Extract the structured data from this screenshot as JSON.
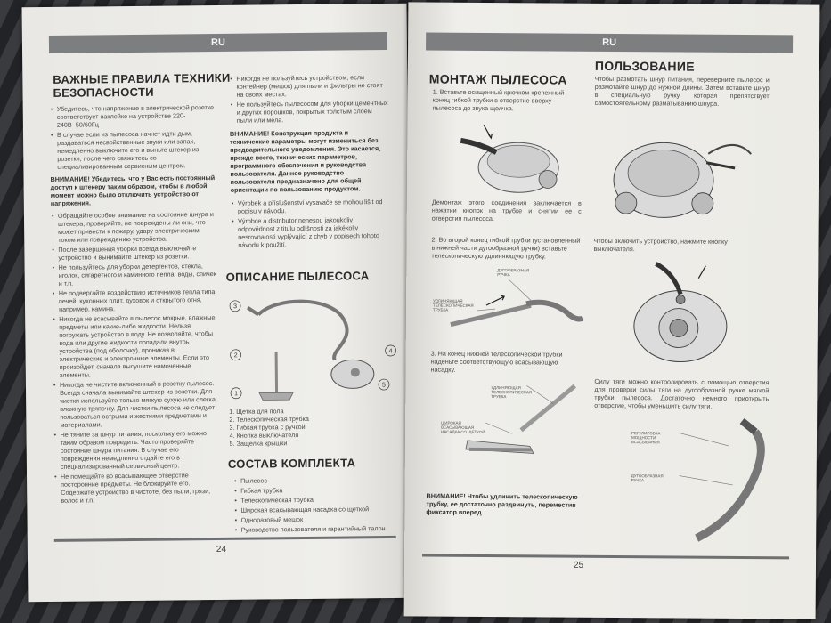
{
  "left": {
    "band": "RU",
    "safety_title_1": "ВАЖНЫЕ ПРАВИЛА ТЕХНИКИ",
    "safety_title_2": "БЕЗОПАСНОСТИ",
    "safety_items_a": [
      "Убедитесь, что напряжение в электрической розетке соответствует наклейке на устройстве 220-240В~50/60Гц",
      "В случае если из пылесоса начнет идти дым, раздаваться несвойственные звуки или запах, немедленно выключите его и выньте штекер из розетки, после чего свяжитесь со специализированным сервисным центром."
    ],
    "warning_1": "ВНИМАНИЕ! Убедитесь, что у Вас есть постоянный доступ к штекеру таким образом, чтобы в любой момент можно было отключить устройство от напряжения.",
    "safety_items_b": [
      "Обращайте особое внимание на состояние шнура и штекера; проверяйте, не повреждены ли они, что может привести к пожару, удару электрическим током или повреждению устройства.",
      "После завершения уборки всегда выключайте устройство и вынимайте штекер из розетки.",
      "Не пользуйтесь для уборки детергентов, стекла, иголок, сигаретного и каминного пепла, воды, спичек и т.п.",
      "Не подвергайте воздействию источников тепла типа печей, кухонных плит, духовок и открытого огня, например, камина.",
      "Никогда не всасывайте в пылесос мокрые, влажные предметы или какие-либо жидкости. Нельзя погружать устройство в воду. Не позволяйте, чтобы вода или другие жидкости попадали внутрь устройства (под оболочку), проникая в электрические и электронные элементы. Если это произойдет, сначала высушите намоченные элементы.",
      "Никогда не чистите включенный в розетку пылесос. Всегда сначала вынимайте штекер из розетки. Для чистки используйте только мягкую сухую или слегка влажную тряпочку. Для чистки пылесоса не следует пользоваться острыми и жесткими предметами и материалами.",
      "Не тяните за шнур питания, поскольку его можно таким образом повредить. Часто проверяйте состояние шнура питания. В случае его повреждения немедленно отдайте его в специализированный сервисный центр.",
      "Не помещайте во всасывающее отверстие посторонние предметы. Не блокируйте его. Содержите устройство в чистоте, без пыли, грязи, волос и т.п."
    ],
    "col2_items": [
      "Никогда не пользуйтесь устройством, если контейнер (мешок) для пыли и фильтры не стоят на своих местах.",
      "Не пользуйтесь пылесосом для уборки цементных и других порошков, покрытых толстым слоем пыли или мела."
    ],
    "warning_2": "ВНИМАНИЕ! Конструкция продукта и технические параметры могут измениться без предварительного уведомления. Это касается, прежде всего, технических параметров, программного обеспечения и руководства пользователя. Данное руководство пользователя предназначено для общей ориентации по пользованию продуктом.",
    "czech_items": [
      "Výrobek a příslušenství vysavače se mohou lišit od popisu v návodu.",
      "Výrobce a distributor nenesou jakoukoliv odpovědnost z titulu odlišnosti za jakékoliv nesrovnalosti vyplývající z chyb v popisech tohoto návodu k použití."
    ],
    "desc_title": "ОПИСАНИЕ ПЫЛЕСОСА",
    "diagram_numbers": [
      "1",
      "2",
      "3",
      "4",
      "5"
    ],
    "parts": [
      "Щетка для пола",
      "Телескопическая трубка",
      "Гибкая трубка с ручкой",
      "Кнопка выключателя",
      "Защелка крышки"
    ],
    "kit_title": "СОСТАВ КОМПЛЕКТА",
    "kit_items": [
      "Пылесос",
      "Гибкая трубка",
      "Телескопическая трубка",
      "Широкая всасывающая насадка со щеткой",
      "Одноразовый мешок",
      "Руководство пользователя и гарантийный талон"
    ],
    "page_number": "24"
  },
  "right": {
    "band": "RU",
    "mount_title": "МОНТАЖ ПЫЛЕСОСА",
    "mount_step1": "Вставьте осищенный крючком крепежный конец гибкой трубки в отверстие вверху пылесоса до звука щелчка.",
    "mount_note": "Демонтаж этого соединения заключается в нажатии кнопок на трубке и снятии ее с отверстия пылесоса.",
    "mount_step2": "Во второй конец гибкой трубки (установленный в нижней части дугообразной ручки) вставьте телескопическую удлиняющую трубку.",
    "label_handle": "ДУГООБРАЗНАЯ РУЧКА",
    "label_tube_1": "УДЛИНЯЮЩАЯ ТЕЛЕСКОПИЧЕСКАЯ ТРУБКА",
    "mount_step3": "На конец нижней телескопической трубки наденьте соответствующую всасывающую насадку.",
    "label_tube_2": "УДЛИНЯЮЩАЯ ТЕЛЕСКОПИЧЕСКАЯ ТРУБКА",
    "label_nozzle": "ШИРОКАЯ ВСАСЫВАЮЩАЯ НАСАДКА СО ЩЕТКОЙ",
    "warning": "ВНИМАНИЕ! Чтобы удлинить телескопическую трубку, ее достаточно раздвинуть, переместив фиксатор вперед.",
    "use_title": "ПОЛЬЗОВАНИЕ",
    "use_p1": "Чтобы размотать шнур питания, переверните пылесос и размотайте шнур до нужной длины. Затем вставьте шнур в специальную ручку, которая препятствует самостоятельному разматыванию шнура.",
    "use_p2": "Чтобы включить устройство, нажмите кнопку выключателя.",
    "use_p3": "Силу тяги можно контролировать с помощью отверстия для проверки силы тяги на дугообразной ручке мягкой трубки пылесоса. Достаточно немного приоткрыть отверстие, чтобы уменьшить силу тяги.",
    "label_regulator": "РЕГУЛИРОВКА МОЩНОСТИ ВСАСЫВАНИЯ",
    "label_handle_2": "ДУГООБРАЗНАЯ РУЧКА",
    "page_number": "25"
  }
}
